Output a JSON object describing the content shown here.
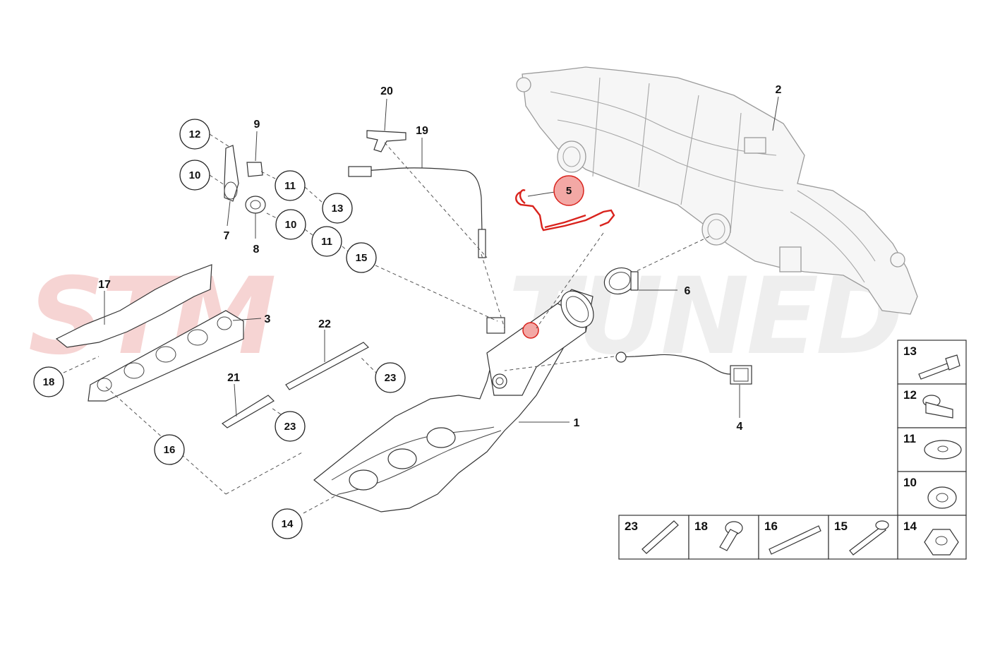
{
  "watermark": {
    "text": "STM TUNED",
    "left": "STM",
    "right": "TUNED"
  },
  "callouts": {
    "c12a": "12",
    "c10a": "10",
    "c11a": "11",
    "c13": "13",
    "c10b": "10",
    "c11b": "11",
    "c15": "15",
    "c18": "18",
    "c16": "16",
    "c14": "14",
    "c23a": "23",
    "c23b": "23",
    "c5": "5"
  },
  "labels": {
    "l9": "9",
    "l7": "7",
    "l8": "8",
    "l20": "20",
    "l19": "19",
    "l2": "2",
    "l6": "6",
    "l17": "17",
    "l3": "3",
    "l22": "22",
    "l21": "21",
    "l1": "1",
    "l4": "4"
  },
  "parts_table": {
    "column": [
      "13",
      "12",
      "11",
      "10",
      "14"
    ],
    "row": [
      "23",
      "18",
      "16",
      "15"
    ]
  },
  "colors": {
    "highlight": "#d9231d",
    "highlight_fill": "#f3a8a5",
    "watermark": "#f6d0cf"
  }
}
